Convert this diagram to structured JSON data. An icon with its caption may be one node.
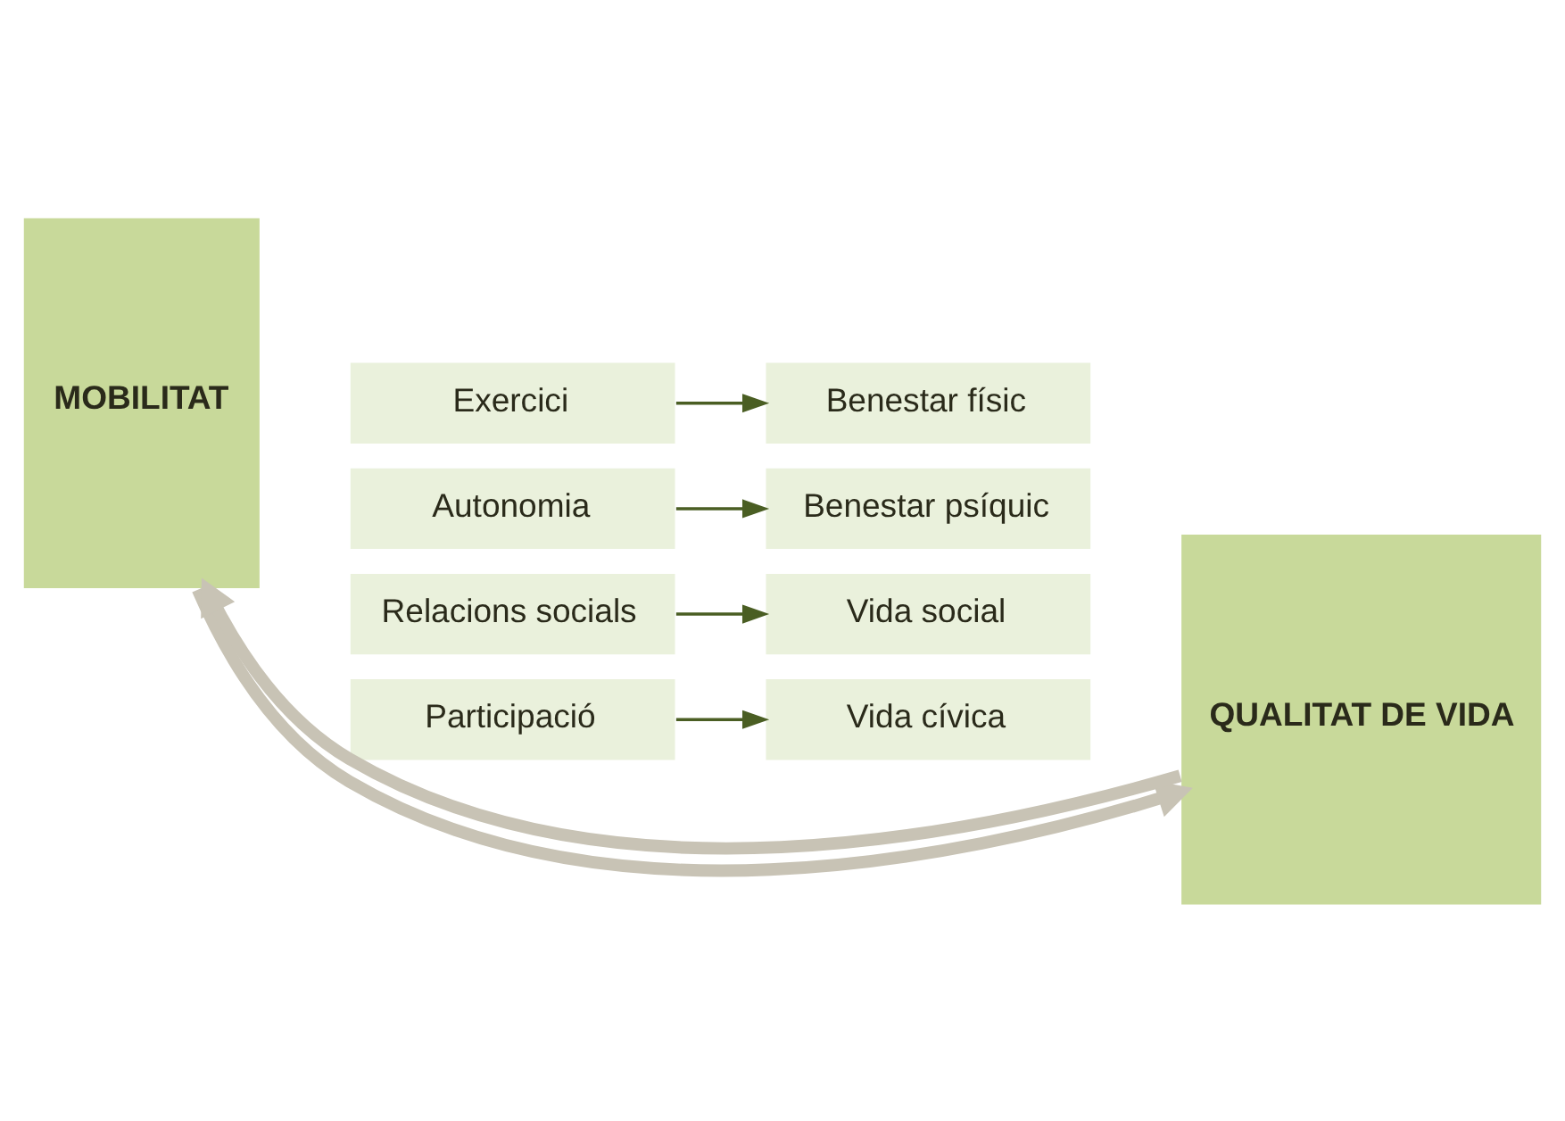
{
  "diagram": {
    "nodes": [
      {
        "text": [
          "Exercici"
        ]
      },
      {
        "text": [
          "Benestar físic"
        ]
      },
      {
        "text": [
          "Autonomia"
        ]
      },
      {
        "text": [
          "Benestar psíquic"
        ]
      },
      {
        "text": [
          "Relacions socials"
        ]
      },
      {
        "text": [
          "Vida social"
        ]
      },
      {
        "text": [
          "Participació"
        ]
      },
      {
        "text": [
          "Vida cívica"
        ]
      },
      {
        "text": [
          "MOBILITAT"
        ]
      },
      {
        "text": [
          "QUALITAT DE VIDA"
        ]
      }
    ],
    "edges": [
      {
        "from": 0,
        "to": 1,
        "arrow": "to"
      },
      {
        "from": 2,
        "to": 3,
        "arrow": "to"
      },
      {
        "from": 4,
        "to": 5,
        "arrow": "to"
      },
      {
        "from": 6,
        "to": 7,
        "arrow": "to"
      },
      {
        "from": 8,
        "to": 9,
        "arrow": "to",
        "style": "thick",
        "color": "#c8c3b5"
      },
      {
        "from": 9,
        "to": 8,
        "arrow": "to",
        "style": "thick",
        "color": "#c8c3b5"
      }
    ]
  }
}
